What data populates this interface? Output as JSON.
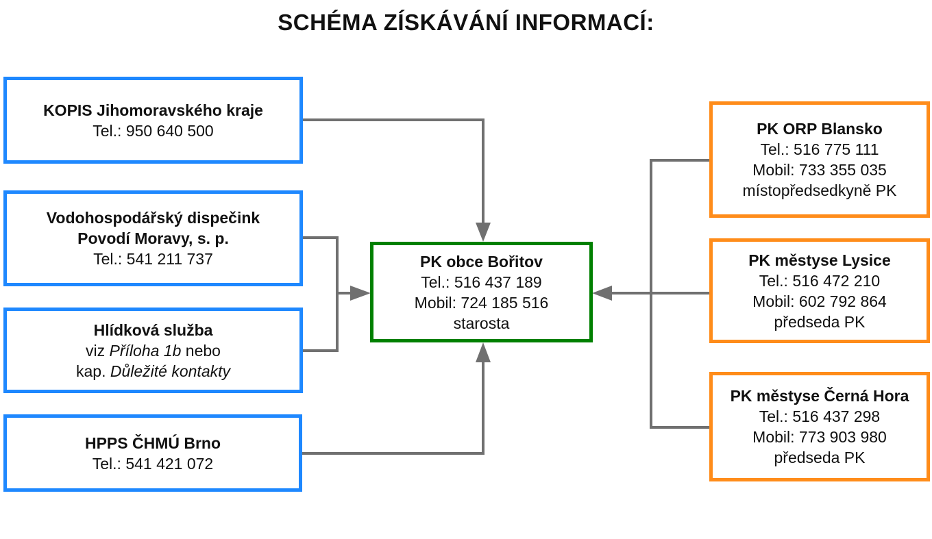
{
  "title": "SCHÉMA ZÍSKÁVÁNÍ INFORMACÍ:",
  "colors": {
    "source_border": "#1e88ff",
    "partner_border": "#ff8c1a",
    "center_border": "#008000",
    "connector": "#707070"
  },
  "sources": {
    "kopis": {
      "name": "KOPIS Jihomoravského kraje",
      "phone": "Tel.: 950 640 500"
    },
    "vodo": {
      "name_1": "Vodohospodářský dispečink",
      "name_2": "Povodí Moravy, s. p.",
      "phone": "Tel.: 541 211 737"
    },
    "hlidkova": {
      "name": "Hlídková služba",
      "line_2_a": "viz ",
      "line_2_b": "Příloha 1b",
      "line_2_c": " nebo",
      "line_3_a": "kap. ",
      "line_3_b": "Důležité kontakty"
    },
    "hpps": {
      "name": "HPPS ČHMÚ Brno",
      "phone": "Tel.: 541 421 072"
    }
  },
  "center": {
    "name": "PK obce Bořitov",
    "phone": "Tel.: 516 437 189",
    "mobile": "Mobil: 724 185 516",
    "role": "starosta"
  },
  "partners": {
    "blansko": {
      "name": "PK ORP Blansko",
      "phone": "Tel.: 516 775 111",
      "mobile": "Mobil: 733 355 035",
      "role": "místopředsedkyně PK"
    },
    "lysice": {
      "name": "PK městyse Lysice",
      "phone": "Tel.: 516 472 210",
      "mobile": "Mobil: 602 792 864",
      "role": "předseda PK"
    },
    "cerna_hora": {
      "name": "PK městyse Černá Hora",
      "phone": "Tel.: 516 437 298",
      "mobile": "Mobil: 773 903 980",
      "role": "předseda PK"
    }
  }
}
